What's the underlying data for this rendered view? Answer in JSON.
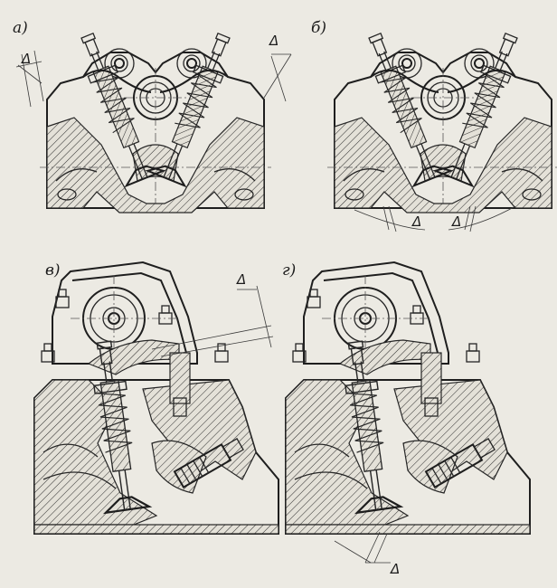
{
  "figure": {
    "panels": [
      {
        "id": "a",
        "label": "а)",
        "gap_marks": [
          "Δ",
          "Δ"
        ]
      },
      {
        "id": "b",
        "label": "б)",
        "gap_marks": [
          "Δ",
          "Δ"
        ]
      },
      {
        "id": "v",
        "label": "в)",
        "gap_marks": [
          "Δ"
        ]
      },
      {
        "id": "g",
        "label": "г)",
        "gap_marks": [
          "Δ"
        ]
      }
    ]
  },
  "colors": {
    "paper": "#eceae3",
    "ink": "#262626"
  }
}
